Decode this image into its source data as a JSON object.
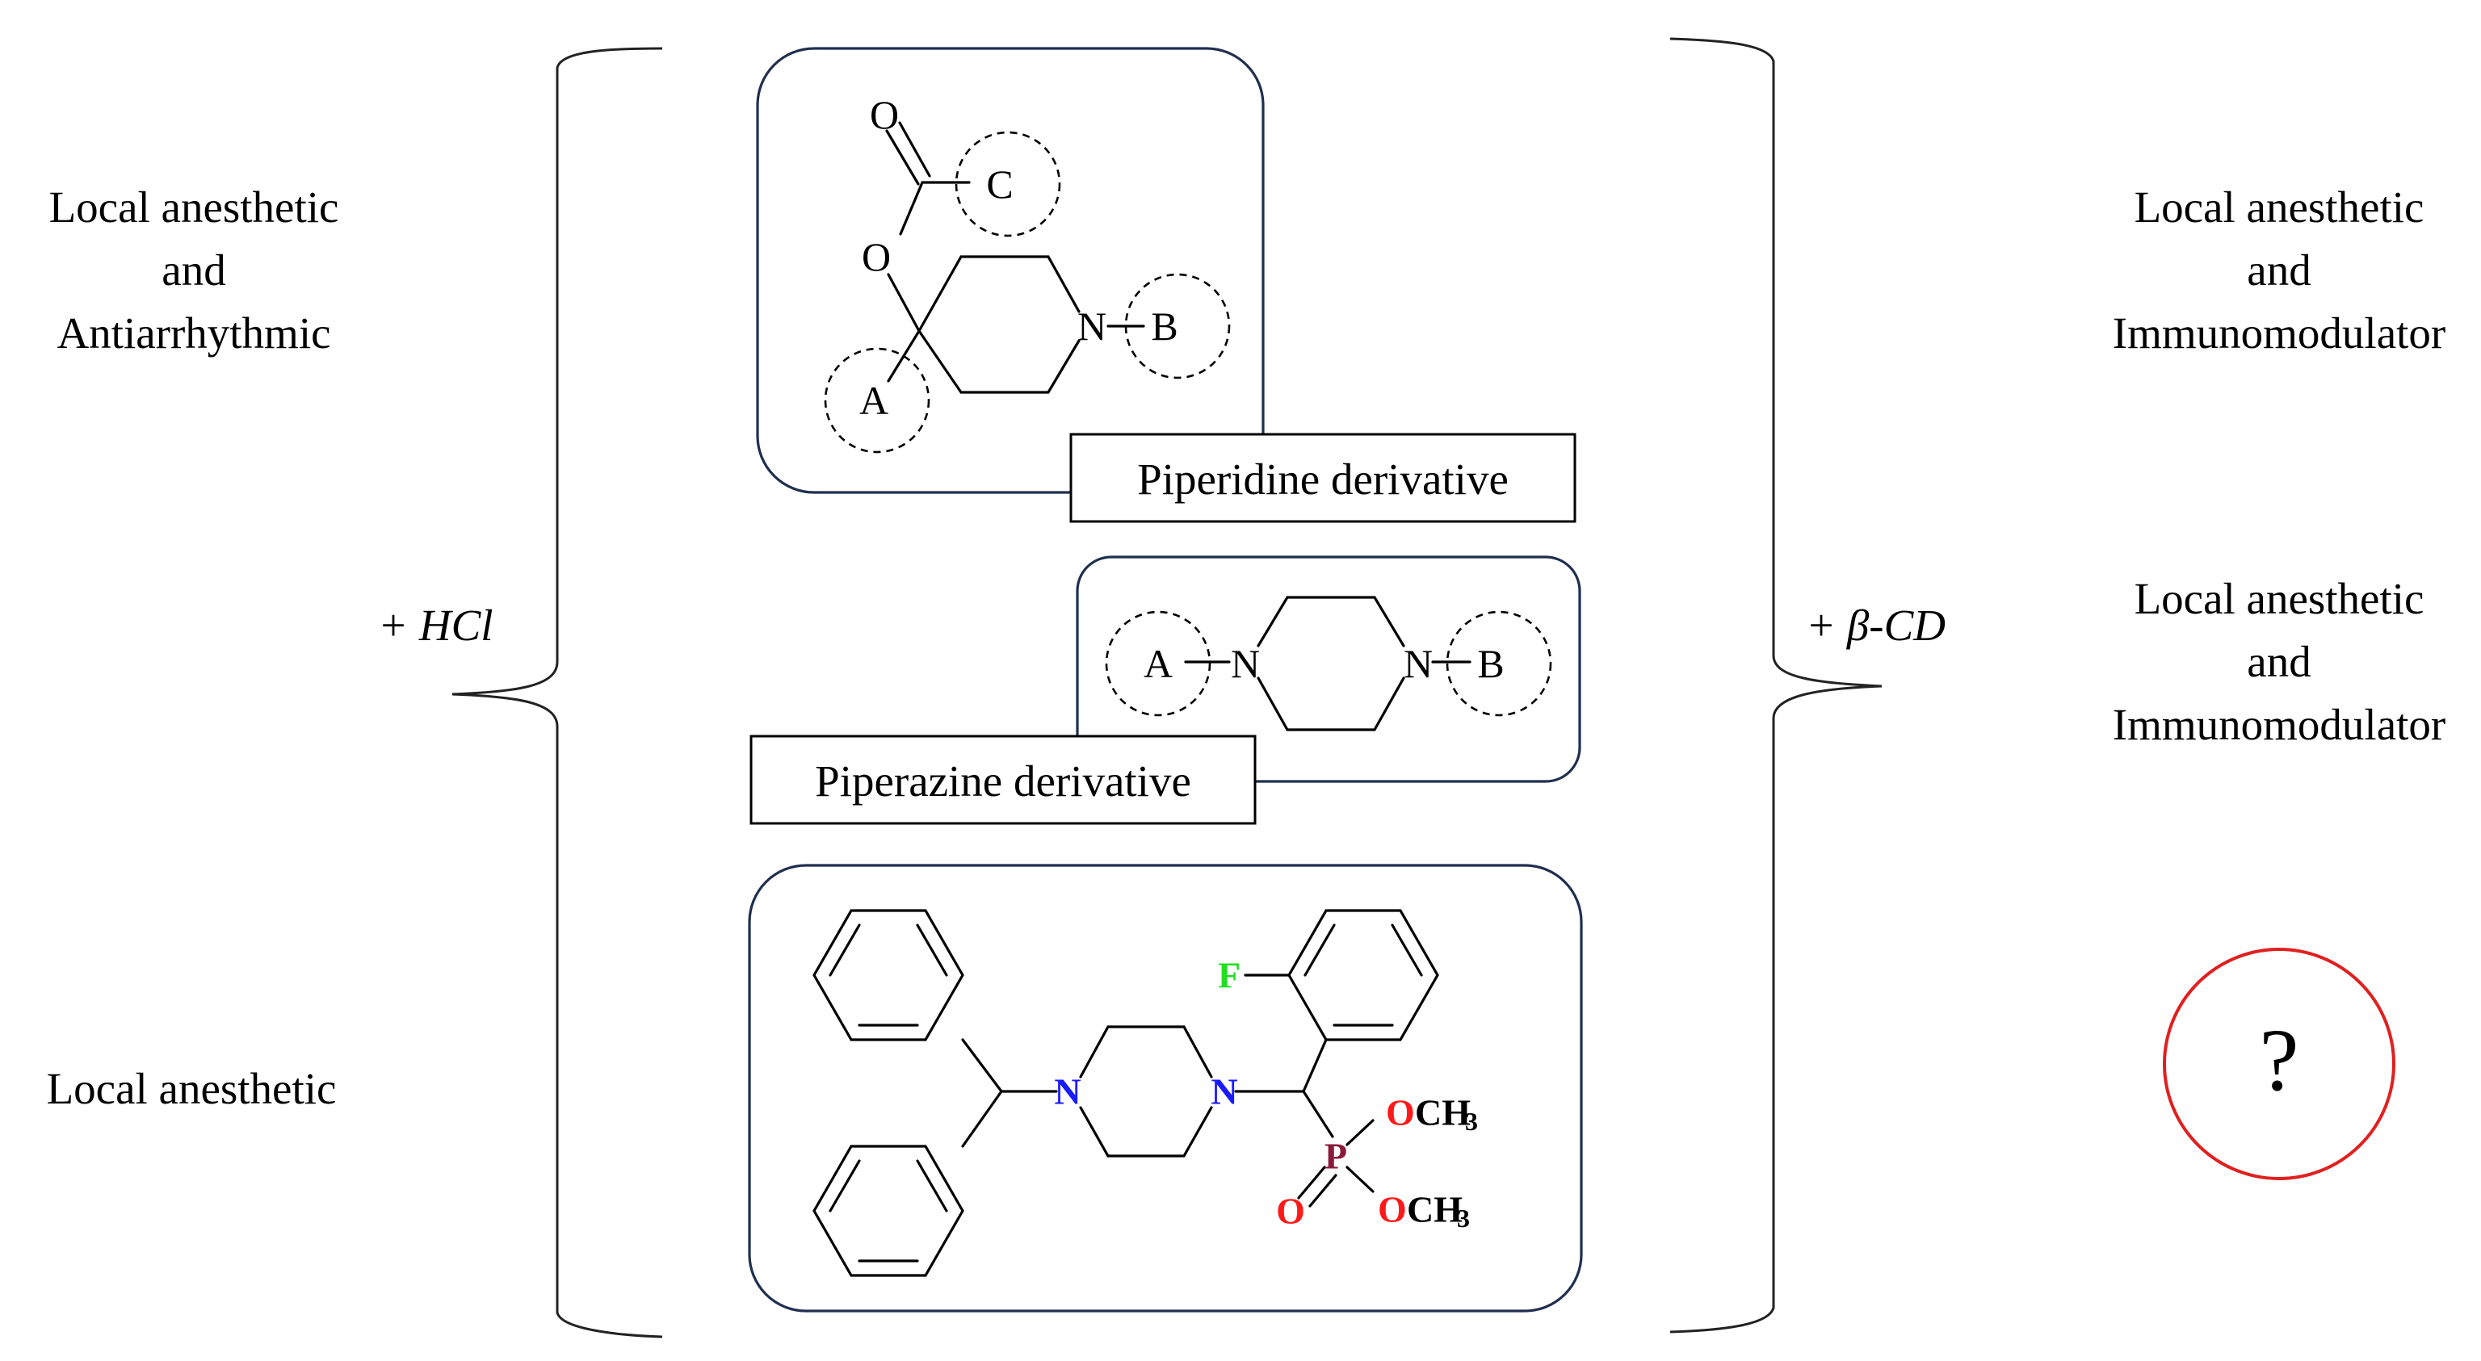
{
  "left_labels": {
    "top": [
      "Local anesthetic",
      "and",
      "Antiarrhythmic"
    ],
    "bottom": [
      "Local anesthetic"
    ]
  },
  "right_labels": {
    "top": [
      "Local anesthetic",
      "and",
      "Immunomodulator"
    ],
    "middle": [
      "Local anesthetic",
      "and",
      "Immunomodulator"
    ],
    "bottom": "?"
  },
  "reagents": {
    "left": "+ HCl",
    "right": "+ β-CD"
  },
  "boxes": {
    "piperidine": "Piperidine derivative",
    "piperazine": "Piperazine derivative"
  },
  "atoms": {
    "O": "O",
    "C": "C",
    "N": "N",
    "A": "A",
    "B": "B",
    "F": "F",
    "P": "P",
    "OCH": "OCH",
    "sub3": "3"
  },
  "colors": {
    "nitrogen_generic": "#00e0f0",
    "nitrogen_drug": "#1a1aff",
    "fluorine": "#22dd22",
    "oxygen": "#ff1a1a",
    "phosphorus": "#8b1a3a",
    "frame": "#1f2f4f",
    "question_circle": "#e02020"
  }
}
